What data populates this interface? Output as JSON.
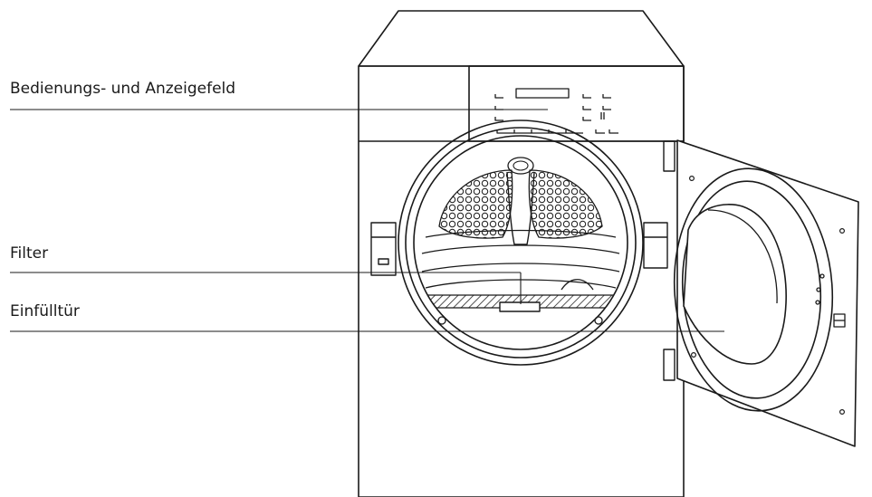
{
  "labels": {
    "control_panel": "Bedienungs- und Anzeigefeld",
    "filter": "Filter",
    "loading_door": "Einfülltür"
  },
  "colors": {
    "line": "#1a1a1a",
    "fill": "#ffffff"
  }
}
